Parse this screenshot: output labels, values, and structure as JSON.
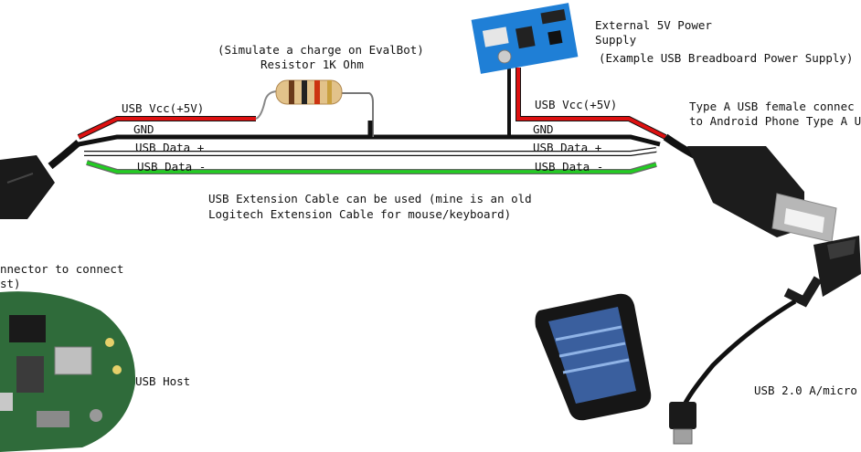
{
  "resistor": {
    "note": "(Simulate a charge on EvalBot)",
    "label": "Resistor 1K Ohm"
  },
  "power_supply": {
    "title_line1": "External 5V Power",
    "title_line2": "Supply",
    "example": "(Example USB Breadboard Power Supply)"
  },
  "cable_left": {
    "vcc": "USB Vcc(+5V)",
    "gnd": "GND",
    "data_plus": "USB Data +",
    "data_minus": "USB Data -"
  },
  "cable_right": {
    "vcc": "USB Vcc(+5V)",
    "gnd": "GND",
    "data_plus": "USB Data +",
    "data_minus": "USB Data -"
  },
  "extension_note": {
    "line1": "USB Extension Cable can be used (mine is an old",
    "line2": "Logitech Extension Cable for mouse/keyboard)"
  },
  "right_connector": {
    "line1": "Type A USB female connec",
    "line2": "to Android Phone Type A U"
  },
  "left_connector": {
    "line1": "nnector to connect",
    "line2": "st)"
  },
  "usb_host": "USB Host",
  "cable_label": "USB 2.0 A/micro",
  "colors": {
    "vcc": "#dd1111",
    "gnd": "#111111",
    "data_plus": "#ffffff",
    "data_minus": "#22cc22",
    "board_blue": "#1f7fd6",
    "pcb_green": "#2f6b3a"
  },
  "icons": [
    "resistor-icon",
    "power-supply-board-icon",
    "usb-plug-icon",
    "usb-female-icon",
    "smartphone-icon",
    "evalbot-board-icon",
    "micro-usb-plug-icon"
  ]
}
